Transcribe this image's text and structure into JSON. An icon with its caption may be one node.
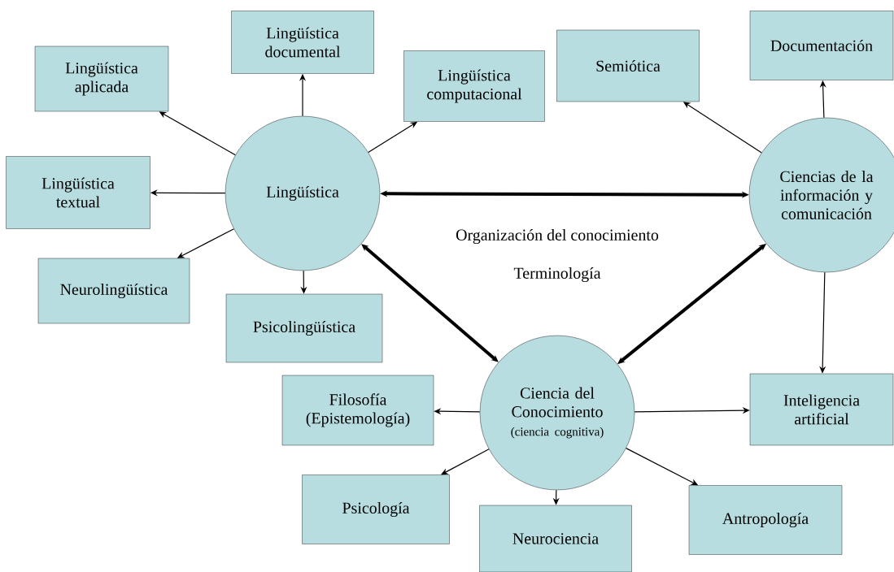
{
  "diagram": {
    "nodes": [
      {
        "text": [
          "Lingüística"
        ]
      },
      {
        "text": [
          "Lingüística aplicada"
        ]
      },
      {
        "text": [
          "Lingüística documental"
        ]
      },
      {
        "text": [
          "Lingüística computacional"
        ]
      },
      {
        "text": [
          "Lingüística textual"
        ]
      },
      {
        "text": [
          "Neurolingüística"
        ]
      },
      {
        "text": [
          "Psicolingüística"
        ]
      },
      {
        "text": [
          "Semiótica"
        ]
      },
      {
        "text": [
          "Documentación"
        ]
      },
      {
        "text": [
          "Ciencias de la información y comunicación"
        ]
      },
      {
        "text": [
          "Inteligencia artificial"
        ]
      },
      {
        "text": [
          "Ciencia del Conocimiento",
          "(ciencia cognitiva)"
        ]
      },
      {
        "text": [
          "Filosofía (Epistemología)"
        ]
      },
      {
        "text": [
          "Psicología"
        ]
      },
      {
        "text": [
          "Neurociencia"
        ]
      },
      {
        "text": [
          "Antropología"
        ]
      }
    ],
    "edges": [
      {
        "from": 0,
        "to": 1,
        "arrow": "to"
      },
      {
        "from": 0,
        "to": 2,
        "arrow": "to"
      },
      {
        "from": 0,
        "to": 3,
        "arrow": "to"
      },
      {
        "from": 0,
        "to": 4,
        "arrow": "to"
      },
      {
        "from": 0,
        "to": 5,
        "arrow": "to"
      },
      {
        "from": 0,
        "to": 6,
        "arrow": "to"
      },
      {
        "from": 0,
        "to": 9,
        "arrow": "both",
        "style": "thick"
      },
      {
        "from": 0,
        "to": 11,
        "arrow": "both",
        "style": "thick"
      },
      {
        "from": 9,
        "to": 11,
        "arrow": "both",
        "style": "thick"
      },
      {
        "from": 9,
        "to": 7,
        "arrow": "to"
      },
      {
        "from": 9,
        "to": 8,
        "arrow": "to"
      },
      {
        "from": 9,
        "to": 10,
        "arrow": "to"
      },
      {
        "from": 11,
        "to": 12,
        "arrow": "to"
      },
      {
        "from": 11,
        "to": 10,
        "arrow": "to"
      },
      {
        "from": 11,
        "to": 13,
        "arrow": "to"
      },
      {
        "from": 11,
        "to": 14,
        "arrow": "to"
      },
      {
        "from": 11,
        "to": 15,
        "arrow": "to"
      }
    ],
    "labels": [
      "Organización del conocimiento",
      "Terminología"
    ]
  }
}
